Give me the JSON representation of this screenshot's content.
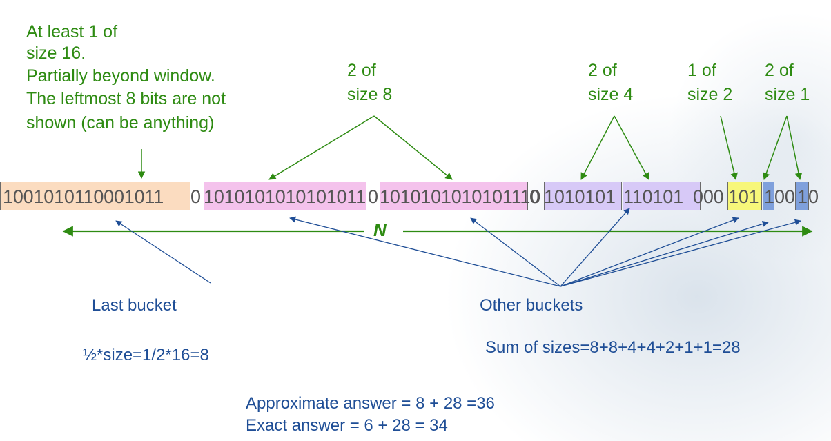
{
  "annotations": {
    "last_bucket_note": [
      "At least 1 of",
      "size 16.",
      "Partially beyond window.",
      "The leftmost 8 bits are not",
      "shown (can be anything)"
    ],
    "size8": [
      "2 of",
      "size 8"
    ],
    "size4": [
      "2 of",
      "size 4"
    ],
    "size2": [
      "1 of",
      "size 2"
    ],
    "size1": [
      "2 of",
      "size 1"
    ]
  },
  "bitstream": {
    "segments": [
      {
        "text": "1001010110001011",
        "bucket": "size16"
      },
      {
        "text": "0",
        "bucket": ""
      },
      {
        "text": "1010101010101011",
        "bucket": "size8a"
      },
      {
        "text": "0",
        "bucket": ""
      },
      {
        "text": "1010101010101110",
        "bucket": "size8b"
      },
      {
        "text": "0",
        "bucket": ""
      },
      {
        "text": "1010101",
        "bucket": "size4a"
      },
      {
        "text": "110101",
        "bucket": "size4b"
      },
      {
        "text": "000",
        "bucket": ""
      },
      {
        "text": "101",
        "bucket": "size2"
      },
      {
        "text": "1",
        "bucket": "size1a"
      },
      {
        "text": "00",
        "bucket": ""
      },
      {
        "text": "1",
        "bucket": "size1b"
      },
      {
        "text": "0",
        "bucket": ""
      }
    ]
  },
  "window_label": "N",
  "labels": {
    "last_bucket": "Last bucket",
    "other_buckets": "Other buckets",
    "half_size": "½*size=1/2*16=8",
    "sum_sizes": "Sum of sizes=8+8+4+4+2+1+1=28",
    "approx": "Approximate answer = 8 + 28 =36",
    "exact": "Exact answer = 6 + 28 = 34"
  },
  "colors": {
    "green": "#2e8b12",
    "blue": "#1f4e96",
    "size16_fill": "#fbdcc0",
    "size8_fill": "#f4c2ec",
    "size4_fill": "#d7c9f7",
    "size2_fill": "#f7f77a",
    "size1_fill": "#7fa0dc"
  }
}
